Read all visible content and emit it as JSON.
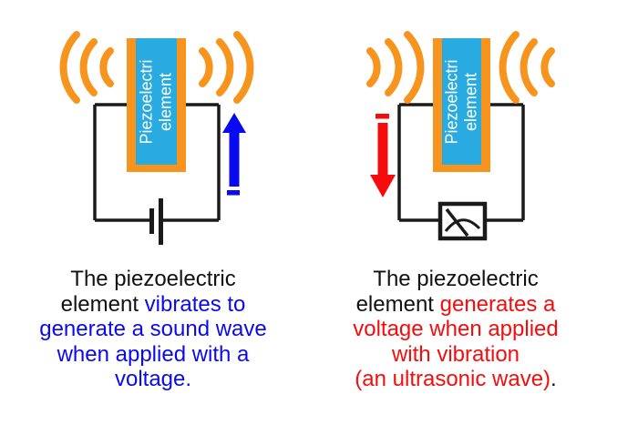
{
  "colors": {
    "orange": "#F7941E",
    "cyan": "#29ABE2",
    "blue": "#0A0AF0",
    "red": "#F50C0C",
    "black": "#111111",
    "wire": "#1A1A1A",
    "white": "#FFFFFF"
  },
  "panels": {
    "left": {
      "element_label_line1": "Piezoelectri",
      "element_label_line2": "element",
      "caption_lines": [
        [
          {
            "t": "The piezoelectric",
            "c": "black"
          }
        ],
        [
          {
            "t": "element ",
            "c": "black"
          },
          {
            "t": "vibrates to",
            "c": "blue"
          }
        ],
        [
          {
            "t": "generate a sound wave",
            "c": "blue"
          }
        ],
        [
          {
            "t": "when applied with a",
            "c": "blue"
          }
        ],
        [
          {
            "t": "voltage.",
            "c": "blue"
          }
        ]
      ]
    },
    "right": {
      "element_label_line1": "Piezoelectri",
      "element_label_line2": "element",
      "caption_lines": [
        [
          {
            "t": "The piezoelectric",
            "c": "black"
          }
        ],
        [
          {
            "t": "element ",
            "c": "black"
          },
          {
            "t": "generates a",
            "c": "red"
          }
        ],
        [
          {
            "t": "voltage when applied",
            "c": "red"
          }
        ],
        [
          {
            "t": "with vibration",
            "c": "red"
          }
        ],
        [
          {
            "t": "(an ultrasonic wave)",
            "c": "red"
          },
          {
            "t": ".",
            "c": "black"
          }
        ]
      ]
    }
  }
}
